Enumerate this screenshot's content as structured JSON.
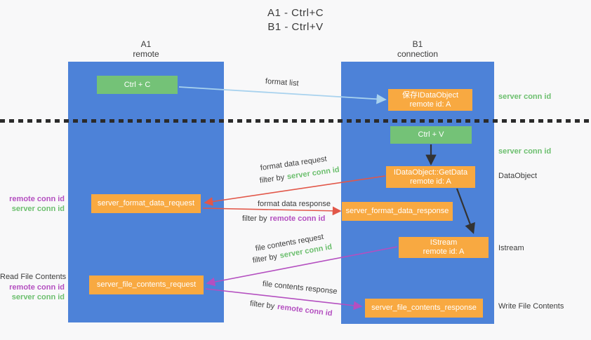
{
  "title": {
    "line1": "A1 - Ctrl+C",
    "line2": "B1 - Ctrl+V"
  },
  "columns": {
    "a1": {
      "id": "A1",
      "role": "remote"
    },
    "b1": {
      "id": "B1",
      "role": "connection"
    }
  },
  "nodes": {
    "ctrl_c": {
      "label": "Ctrl + C"
    },
    "ctrl_v": {
      "label": "Ctrl + V"
    },
    "save_idataobject": {
      "line1": "保存IDataObject",
      "line2": "remote id: A"
    },
    "idataobject_getdata": {
      "line1": "IDataObject::GetData",
      "line2": "remote id: A"
    },
    "istream": {
      "line1": "IStream",
      "line2": "remote id: A"
    },
    "server_format_data_request": {
      "label": "server_format_data_request"
    },
    "server_format_data_response": {
      "label": "server_format_data_response"
    },
    "server_file_contents_request": {
      "label": "server_file_contents_request"
    },
    "server_file_contents_response": {
      "label": "server_file_contents_response"
    }
  },
  "edge_labels": {
    "format_list": "format list",
    "format_request": {
      "text": "format data request",
      "filter_prefix": "filter by",
      "filter_key": "server conn id"
    },
    "format_response": {
      "text": "format data response",
      "filter_prefix": "filter by",
      "filter_key": "remote conn id"
    },
    "file_request": {
      "text": "file contents request",
      "filter_prefix": "filter by",
      "filter_key": "server conn id"
    },
    "file_response": {
      "text": "file contents response",
      "filter_prefix": "filter by",
      "filter_key": "remote conn id"
    }
  },
  "side_labels": {
    "right_server_conn_id_top": "server conn id",
    "right_server_conn_id_mid": "server conn id",
    "right_dataobject": "DataObject",
    "right_istream": "Istream",
    "right_write_file_contents": "Write File Contents",
    "left_remote_conn_id_top": "remote conn id",
    "left_server_conn_id_top": "server conn id",
    "left_read_file_contents": "Read File Contents",
    "left_remote_conn_id_bottom": "remote conn id",
    "left_server_conn_id_bottom": "server conn id"
  },
  "colors": {
    "column_blue": "#4d82d8",
    "node_orange": "#f8a941",
    "node_green": "#74c277",
    "arrow_light_blue": "#a8d2ee",
    "arrow_red": "#e25749",
    "arrow_purple": "#b44fc0",
    "arrow_black": "#333333",
    "label_green": "#6cbf6e",
    "label_purple": "#b44fc0",
    "text_dark": "#3c3c3c",
    "background": "#f8f8f9"
  }
}
